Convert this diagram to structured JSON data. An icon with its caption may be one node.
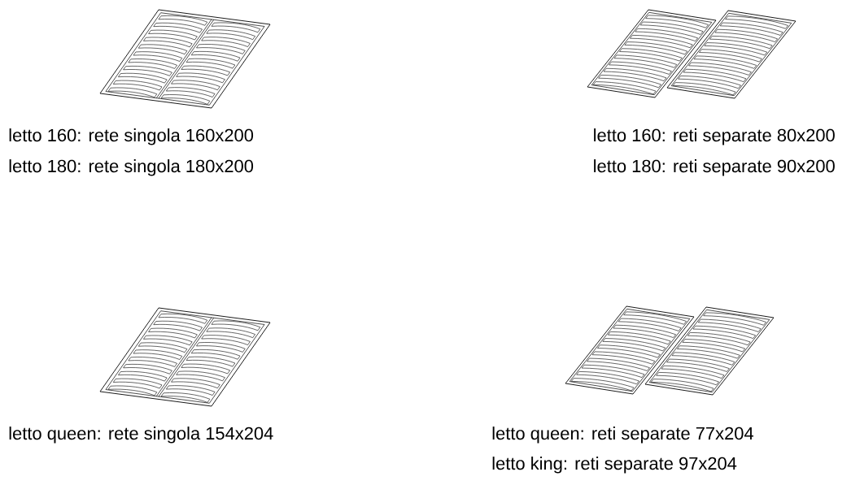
{
  "diagram": {
    "labels": [
      "letto 160: rete singola 160x200",
      "letto 180: rete singola 180x200",
      "letto 160: reti separate 80x200",
      "letto 180: reti separate 90x200",
      "letto queen: rete singola 154x204",
      "letto queen: reti separate 77x204",
      "letto king: reti separate 97x204"
    ]
  }
}
